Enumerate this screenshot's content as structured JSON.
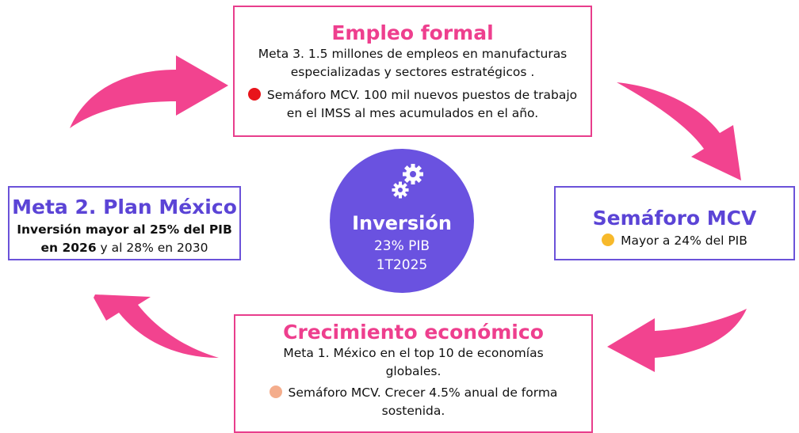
{
  "center": {
    "title": "Inversión",
    "line1": "23% PIB",
    "line2": "1T2025",
    "icon": "gears-icon",
    "color": "#6a52e0"
  },
  "top": {
    "title": "Empleo formal",
    "text1": "Meta 3. 1.5 millones de empleos en manufacturas especializadas y sectores estratégicos .",
    "text2": "Semáforo MCV. 100 mil nuevos puestos de trabajo en el IMSS al mes acumulados en el año.",
    "dot_color": "#e8141b"
  },
  "left": {
    "title": "Meta 2. Plan México",
    "text_bold": "Inversión mayor al 25% del PIB en 2026",
    "text_rest": " y al 28% en 2030"
  },
  "right": {
    "title": "Semáforo MCV",
    "text": "Mayor a 24% del PIB",
    "dot_color": "#f7b92b"
  },
  "bottom": {
    "title": "Crecimiento económico",
    "text1": "Meta 1. México en el top 10 de economías globales.",
    "text2": "Semáforo MCV. Crecer 4.5% anual de forma sostenida.",
    "dot_color": "#f4ad8c"
  },
  "colors": {
    "pink": "#ee3f8e",
    "purple": "#5b44d6",
    "arrow": "#f2438f"
  }
}
